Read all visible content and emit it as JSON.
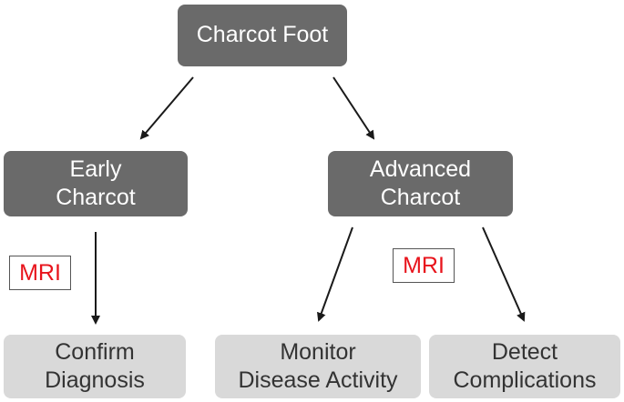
{
  "nodes": {
    "root": {
      "label": "Charcot Foot"
    },
    "early": {
      "line1": "Early",
      "line2": "Charcot"
    },
    "advanced": {
      "line1": "Advanced",
      "line2": "Charcot"
    },
    "confirm": {
      "line1": "Confirm",
      "line2": "Diagnosis"
    },
    "monitor": {
      "line1": "Monitor",
      "line2": "Disease Activity"
    },
    "detect": {
      "line1": "Detect",
      "line2": "Complications"
    }
  },
  "tags": {
    "left": "MRI",
    "right": "MRI"
  },
  "colors": {
    "dark_box": "#6a6a6a",
    "light_box": "#d9d9d9",
    "tag_text": "#e8141c",
    "arrow": "#1a1a1a"
  }
}
